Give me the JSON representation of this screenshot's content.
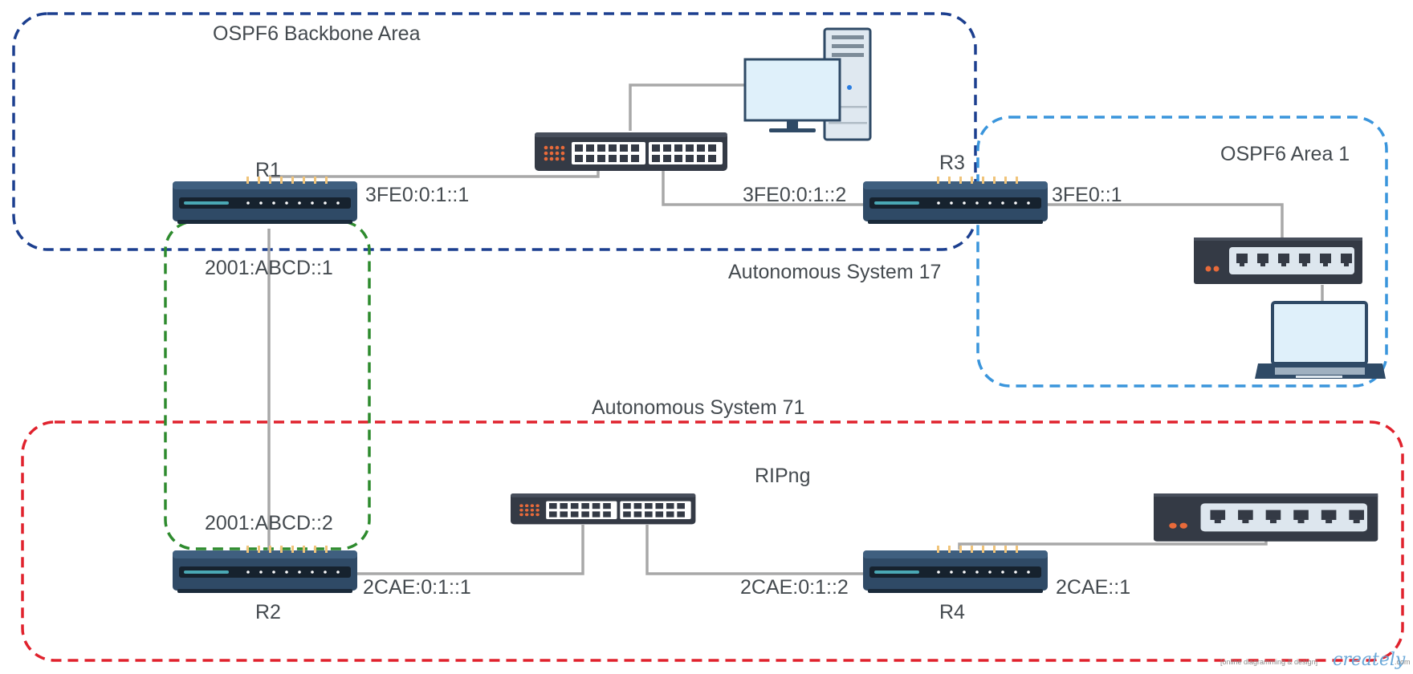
{
  "areas": {
    "ospf6_backbone": "OSPF6 Backbone Area",
    "ospf6_area1": "OSPF6 Area 1",
    "as17": "Autonomous System 17",
    "as71": "Autonomous System 71",
    "ripng": "RIPng"
  },
  "routers": {
    "r1": "R1",
    "r2": "R2",
    "r3": "R3",
    "r4": "R4"
  },
  "addresses": {
    "r1_backbone": "3FE0:0:1::1",
    "r3_backbone": "3FE0:0:1::2",
    "r3_area1": "3FE0::1",
    "r1_link": "2001:ABCD::1",
    "r2_link": "2001:ABCD::2",
    "r2_ripng": "2CAE:0:1::1",
    "r4_ripng": "2CAE:0:1::2",
    "r4_lan": "2CAE::1"
  },
  "icons": [
    "router-icon",
    "switch-24port-icon",
    "switch-6port-icon",
    "desktop-computer-icon",
    "laptop-icon"
  ],
  "colors": {
    "backbone": "#1c3f8f",
    "area1": "#3a95dc",
    "as71": "#e0222d",
    "interas": "#2e8b2e",
    "link": "#a8a8a8",
    "router_body": "#2f4a66",
    "switch_body": "#343a45",
    "port_orange": "#e86a3a"
  },
  "watermark": {
    "tagline": "[online diagramming & design]",
    "brand": "creately",
    "suffix": ".com"
  }
}
